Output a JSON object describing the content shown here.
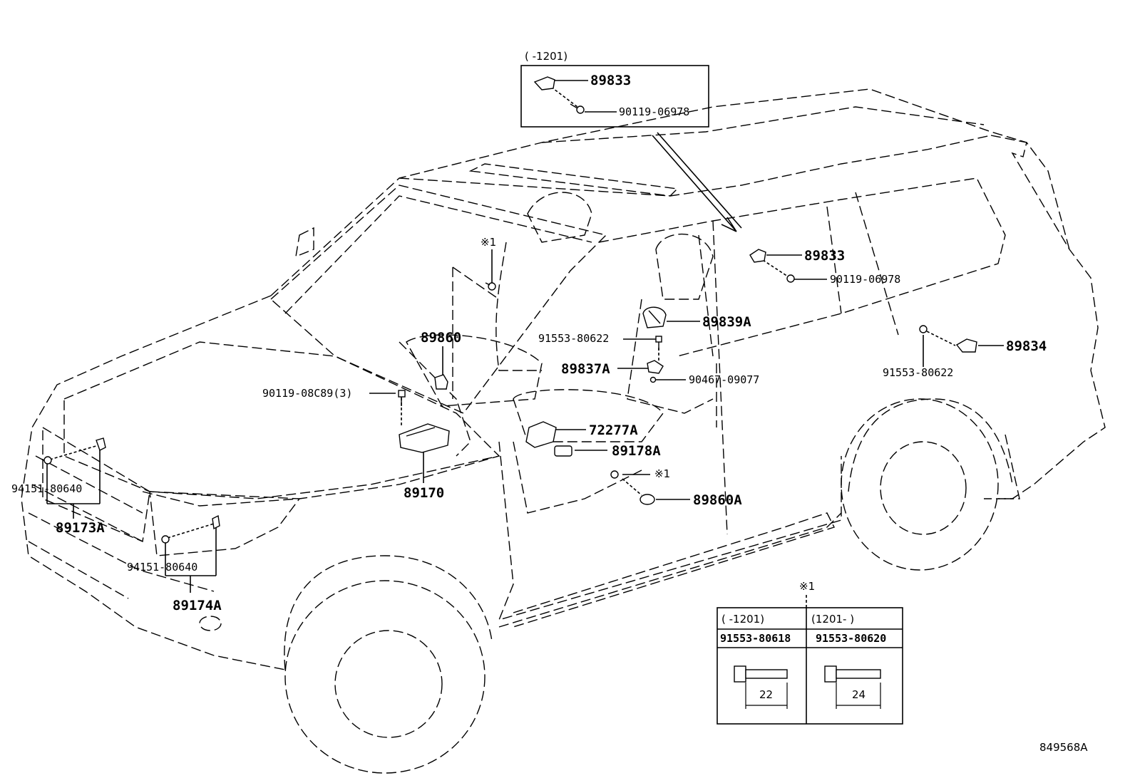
{
  "inset_top": {
    "range": "(     -1201)",
    "part_sensor": "89833",
    "part_bolt": "90119-06978"
  },
  "callouts": {
    "p89833": "89833",
    "p90119_06978": "90119-06978",
    "p89839A": "89839A",
    "p91553_80622_a": "91553-80622",
    "p89837A": "89837A",
    "p90467_09077": "90467-09077",
    "p89834": "89834",
    "p91553_80622_b": "91553-80622",
    "p89860": "89860",
    "p90119_08C89": "90119-08C89(3)",
    "p72277A": "72277A",
    "p89178A": "89178A",
    "p89860A": "89860A",
    "p89170": "89170",
    "p94151_80640_a": "94151-80640",
    "p89173A": "89173A",
    "p94151_80640_b": "94151-80640",
    "p89174A": "89174A",
    "note1_top": "※1",
    "note1_mid": "※1"
  },
  "inset_bottom": {
    "note": "※1",
    "col1_range": "(     -1201)",
    "col2_range": "(1201-     )",
    "col1_part": "91553-80618",
    "col2_part": "91553-80620",
    "col1_len": "22",
    "col2_len": "24"
  },
  "diagram_id": "849568A"
}
